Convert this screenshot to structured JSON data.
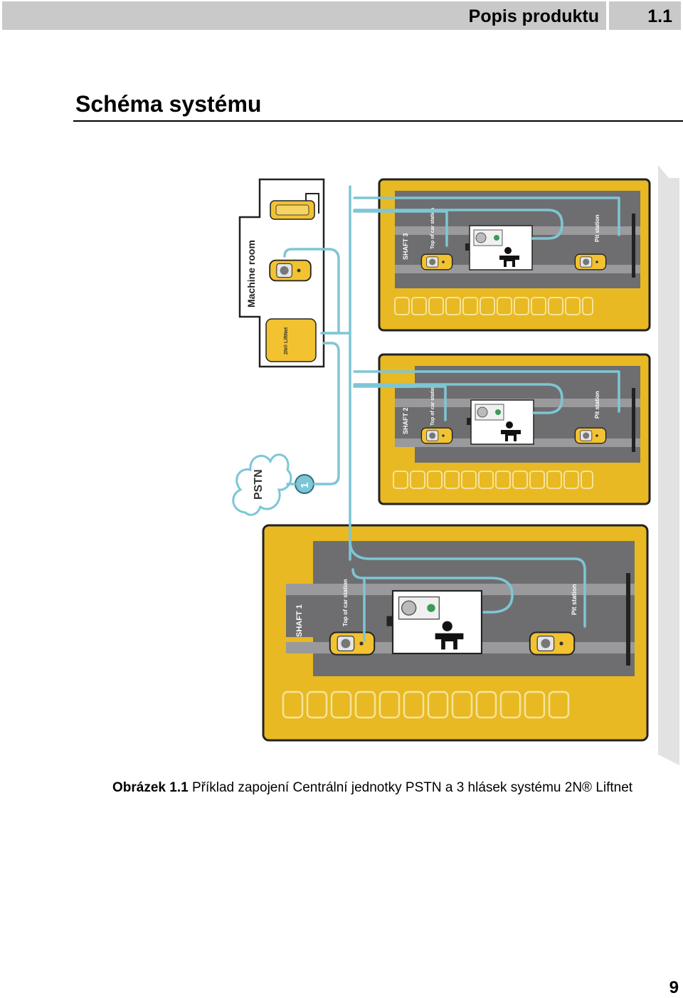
{
  "header": {
    "title": "Popis produktu",
    "section_number": "1.1"
  },
  "section": {
    "title": "Schéma systému"
  },
  "figure": {
    "machine_room_label": "Machine room",
    "liftnet_unit_label": "2N® LiftNet",
    "pstn_label": "PSTN",
    "line_badge": "1",
    "shafts": [
      {
        "label": "SHAFT 3",
        "top_station": "Top of car station",
        "pit_station": "Pit station"
      },
      {
        "label": "SHAFT 2",
        "top_station": "Top of car station",
        "pit_station": "Pit station"
      },
      {
        "label": "SHAFT 1",
        "top_station": "Top of car station",
        "pit_station": "Pit station"
      }
    ],
    "colors": {
      "shaft_yellow": "#e8b923",
      "wire_blue": "#7ec6d6",
      "shaft_gray": "#6e6e70",
      "unit_yellow": "#f2c230"
    }
  },
  "caption": {
    "label": "Obrázek 1.1",
    "text": " Příklad zapojení Centrální jednotky PSTN a 3 hlásek systému 2N® Liftnet"
  },
  "page_number": "9"
}
